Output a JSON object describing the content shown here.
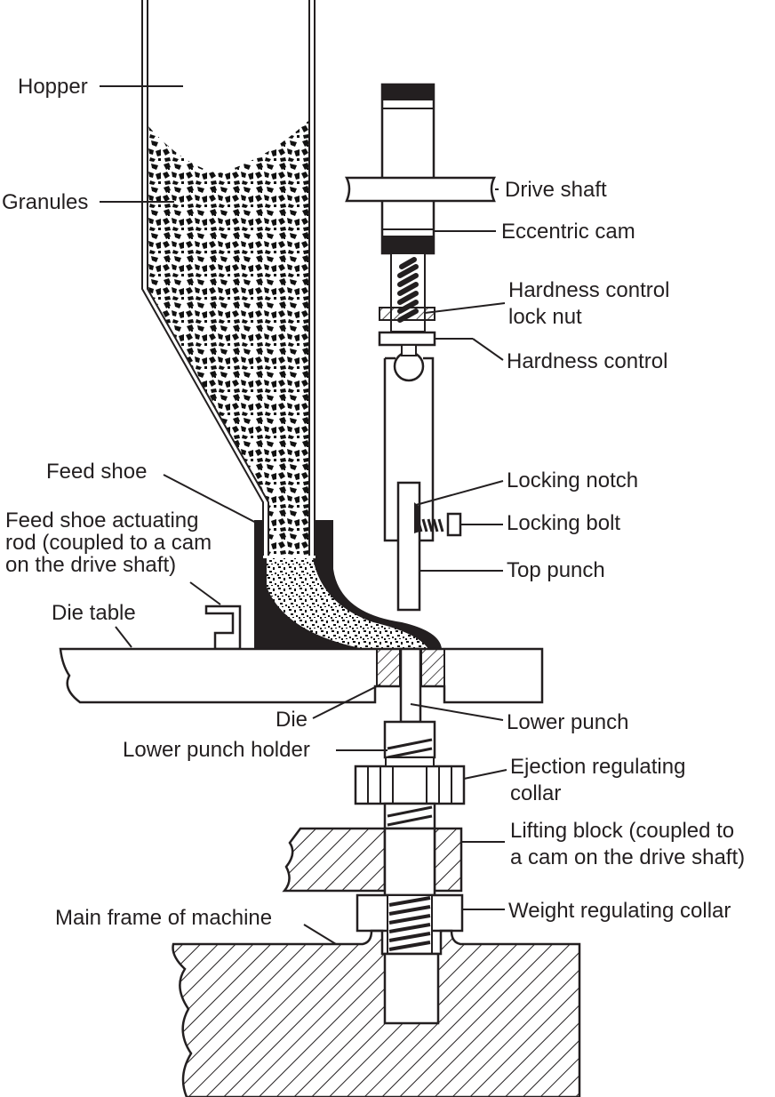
{
  "labels": {
    "hopper": "Hopper",
    "granules": "Granules",
    "feed_shoe": "Feed shoe",
    "feed_shoe_rod_1": "Feed shoe actuating",
    "feed_shoe_rod_2": "rod (coupled to a cam",
    "feed_shoe_rod_3": "on the drive shaft)",
    "die_table": "Die table",
    "die": "Die",
    "lower_punch_holder": "Lower punch holder",
    "main_frame": "Main frame of machine",
    "drive_shaft": "Drive shaft",
    "eccentric_cam": "Eccentric cam",
    "hardness_lock_nut_1": "Hardness control",
    "hardness_lock_nut_2": "lock nut",
    "hardness_control": "Hardness control",
    "locking_notch": "Locking notch",
    "locking_bolt": "Locking bolt",
    "top_punch": "Top punch",
    "lower_punch": "Lower punch",
    "ejection_collar_1": "Ejection regulating",
    "ejection_collar_2": "collar",
    "lifting_block_1": "Lifting block (coupled to",
    "lifting_block_2": "a cam on the drive shaft)",
    "weight_collar": "Weight regulating collar"
  },
  "colors": {
    "ink": "#231f20",
    "paper": "#ffffff"
  }
}
